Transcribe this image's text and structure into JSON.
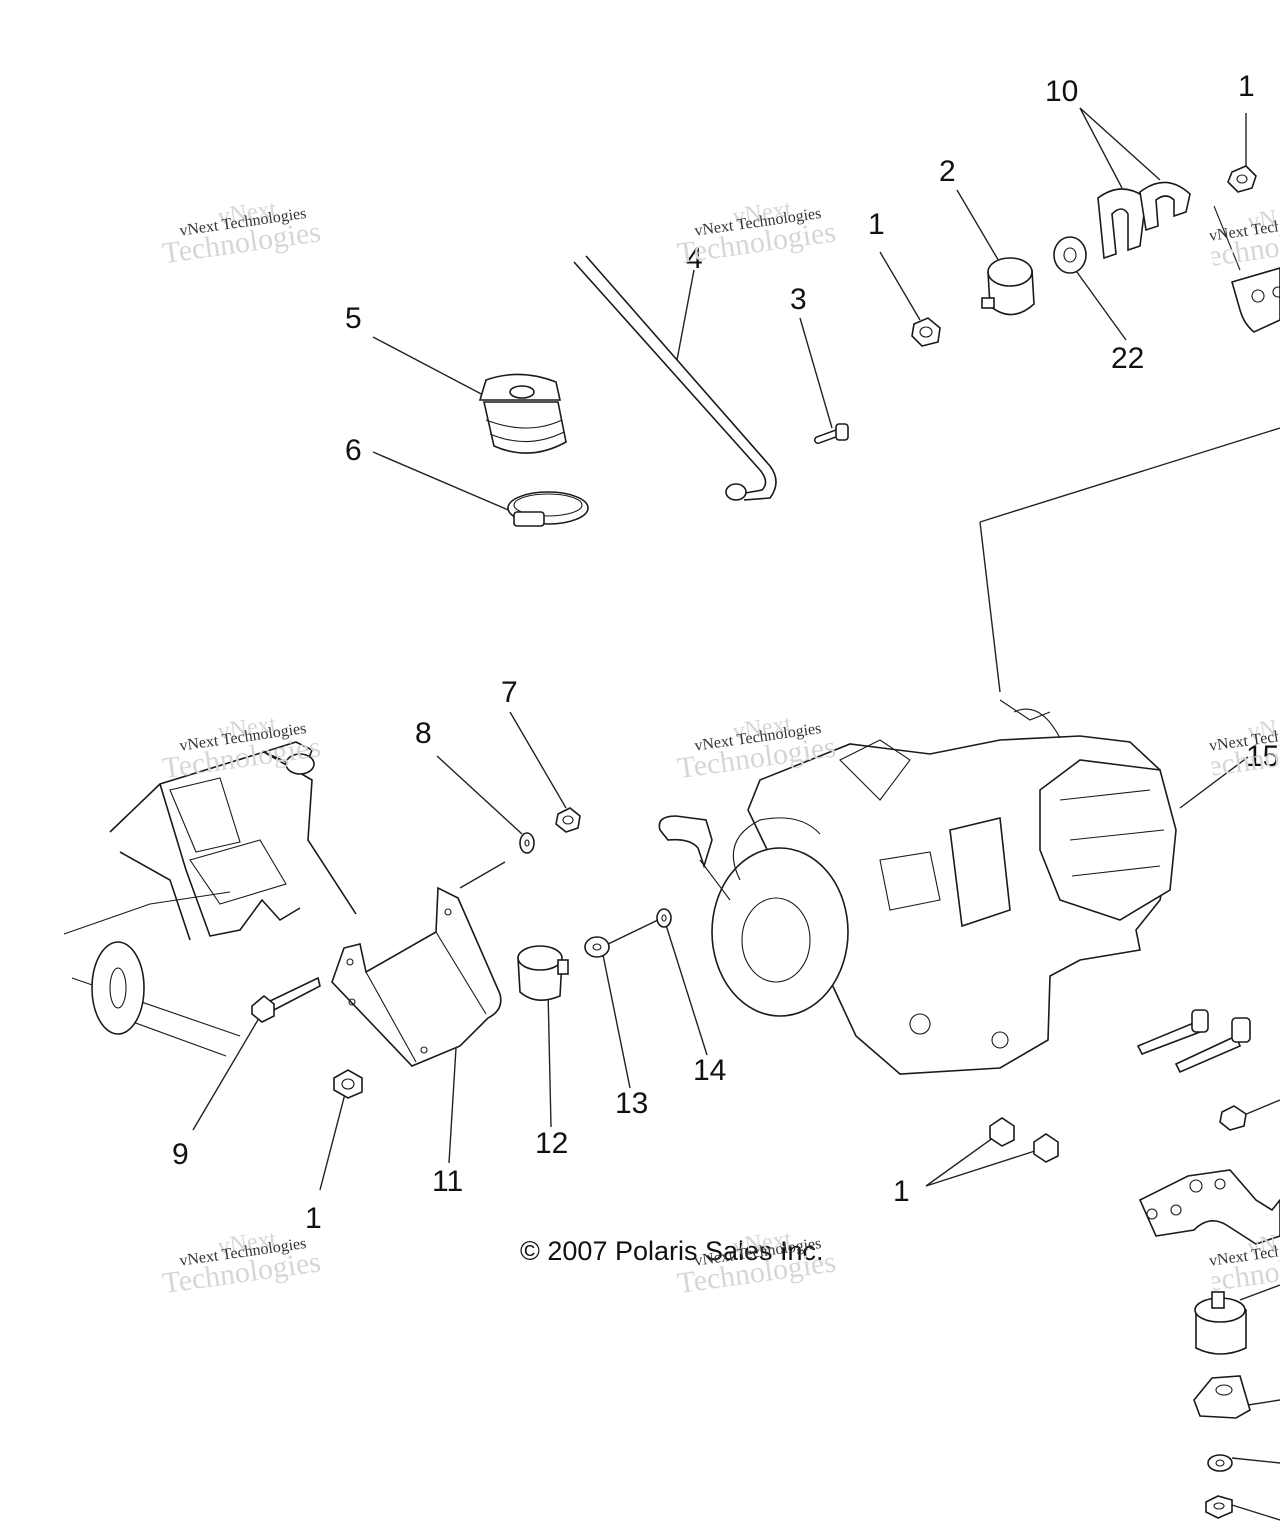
{
  "callouts": [
    {
      "id": "c1a",
      "label": "1"
    },
    {
      "id": "c1b",
      "label": "1"
    },
    {
      "id": "c1c",
      "label": "1"
    },
    {
      "id": "c1d",
      "label": "1"
    },
    {
      "id": "c2",
      "label": "2"
    },
    {
      "id": "c3",
      "label": "3"
    },
    {
      "id": "c4",
      "label": "4"
    },
    {
      "id": "c5",
      "label": "5"
    },
    {
      "id": "c6",
      "label": "6"
    },
    {
      "id": "c7",
      "label": "7"
    },
    {
      "id": "c8",
      "label": "8"
    },
    {
      "id": "c9",
      "label": "9"
    },
    {
      "id": "c10",
      "label": "10"
    },
    {
      "id": "c11",
      "label": "11"
    },
    {
      "id": "c12",
      "label": "12"
    },
    {
      "id": "c13",
      "label": "13"
    },
    {
      "id": "c14",
      "label": "14"
    },
    {
      "id": "c15",
      "label": "15"
    },
    {
      "id": "c22",
      "label": "22"
    }
  ],
  "copyright": "© 2007 Polaris Sales Inc.",
  "watermark": {
    "line1": "vNext",
    "line2": "vNext Technologies",
    "line3": "Technologies"
  }
}
